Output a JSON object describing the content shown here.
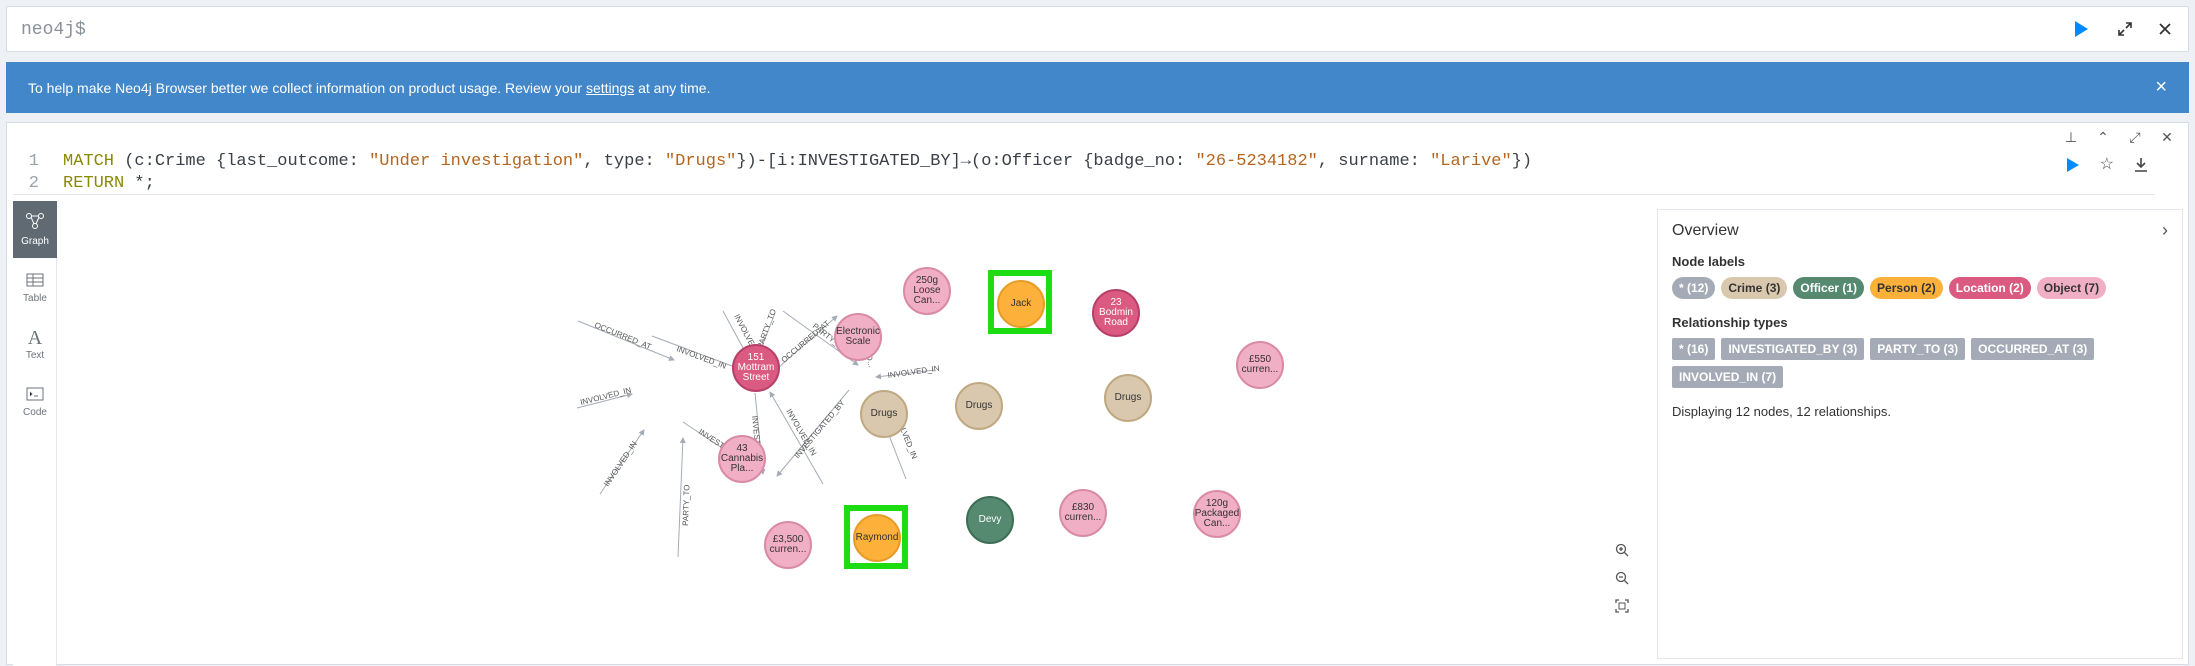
{
  "editor_top": {
    "prompt": "neo4j$"
  },
  "banner": {
    "text_before": "To help make Neo4j Browser better we collect information on product usage. Review your ",
    "link": "settings",
    "text_after": " at any time."
  },
  "query": {
    "line_numbers": [
      "1",
      "2"
    ],
    "line1": [
      {
        "t": "MATCH",
        "c": "kw"
      },
      {
        "t": " (c:Crime {last_outcome: ",
        "c": ""
      },
      {
        "t": "\"Under investigation\"",
        "c": "str"
      },
      {
        "t": ", type: ",
        "c": ""
      },
      {
        "t": "\"Drugs\"",
        "c": "str"
      },
      {
        "t": "})-[i:INVESTIGATED_BY]→(o:Officer {badge_no: ",
        "c": ""
      },
      {
        "t": "\"26-5234182\"",
        "c": "str"
      },
      {
        "t": ", surname: ",
        "c": ""
      },
      {
        "t": "\"Larive\"",
        "c": "str"
      },
      {
        "t": "})",
        "c": ""
      }
    ],
    "line2": [
      {
        "t": "RETURN",
        "c": "kw"
      },
      {
        "t": " *;",
        "c": ""
      }
    ]
  },
  "sidebar": {
    "items": [
      {
        "label": "Graph",
        "icon": "graph-icon"
      },
      {
        "label": "Table",
        "icon": "table-icon"
      },
      {
        "label": "Text",
        "icon": "text-icon"
      },
      {
        "label": "Code",
        "icon": "code-icon"
      }
    ]
  },
  "graph": {
    "nodes": {
      "drugs_left": {
        "label": "Drugs",
        "type": "crime"
      },
      "drugs_mid": {
        "label": "Drugs",
        "type": "crime"
      },
      "drugs_right": {
        "label": "Drugs",
        "type": "crime"
      },
      "loose": {
        "label": "250g Loose Can...",
        "type": "object"
      },
      "scale": {
        "label": "Electronic Scale",
        "type": "object"
      },
      "cannabis": {
        "label": "43 Cannabis Pla...",
        "type": "object"
      },
      "c3500": {
        "label": "£3,500 curren...",
        "type": "object"
      },
      "c830": {
        "label": "£830 curren...",
        "type": "object"
      },
      "c550": {
        "label": "£550 curren...",
        "type": "object"
      },
      "packaged": {
        "label": "120g Packaged Can...",
        "type": "object"
      },
      "mottram": {
        "label": "151 Mottram Street",
        "type": "location"
      },
      "bodmin": {
        "label": "23 Bodmin Road",
        "type": "location"
      },
      "jack": {
        "label": "Jack",
        "type": "person"
      },
      "raymond": {
        "label": "Raymond",
        "type": "person"
      },
      "devy": {
        "label": "Devy",
        "type": "officer"
      }
    },
    "edge_labels": {
      "occurred_at_1": "OCCURRED_AT",
      "involved_in_1": "INVOLVED_IN",
      "involved_in_2": "INVOLVED_IN",
      "party_to_1": "PARTY_TO",
      "investigated_by_1": "INVESTIGATED_BY",
      "involved_in_3": "INVOLVED_IN",
      "involved_in_4": "INVOLVED_IN",
      "party_to_2": "PARTY_TO",
      "occurred_at_2": "OCCURRED_AT",
      "party_to_3": "PARTY_TO",
      "occurred_3": "OCCURRED...",
      "investig": "INVESTIG...",
      "involved_in_5": "INVOLVED_IN",
      "investigated_by_2": "INVESTIGATED_BY",
      "involved_in_6": "INVOLVED_IN",
      "involved_in_7": "INVOLVED_IN"
    }
  },
  "overview": {
    "title": "Overview",
    "node_labels_title": "Node labels",
    "node_labels": [
      {
        "text": "* (12)",
        "bg": "#a5abb6",
        "fg": "#ffffff"
      },
      {
        "text": "Crime (3)",
        "bg": "#d9c8ae",
        "fg": "#333333"
      },
      {
        "text": "Officer (1)",
        "bg": "#558a70",
        "fg": "#ffffff"
      },
      {
        "text": "Person (2)",
        "bg": "#fdb13b",
        "fg": "#333333"
      },
      {
        "text": "Location (2)",
        "bg": "#da5a82",
        "fg": "#ffffff"
      },
      {
        "text": "Object (7)",
        "bg": "#f1afc6",
        "fg": "#333333"
      }
    ],
    "rel_types_title": "Relationship types",
    "rel_types": [
      "* (16)",
      "INVESTIGATED_BY (3)",
      "PARTY_TO (3)",
      "OCCURRED_AT (3)",
      "INVOLVED_IN (7)"
    ],
    "summary": "Displaying 12 nodes, 12 relationships."
  },
  "colors": {
    "banner": "#4287c9",
    "highlight": "#1ddc12",
    "run_button": "#018bff"
  }
}
